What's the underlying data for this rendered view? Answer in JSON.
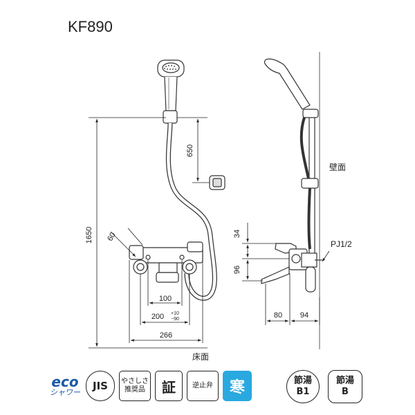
{
  "title": "KF890",
  "dimensions": {
    "overall_height": "1650",
    "hook_height": "650",
    "angle": "60",
    "spout_upper": "34",
    "spout_lower": "96",
    "pitch": "100",
    "center_distance": "200",
    "center_tol_plus": "+10",
    "center_tol_minus": "−90",
    "overall_width": "266",
    "depth_spout": "80",
    "depth_body": "94"
  },
  "labels": {
    "wall": "壁面",
    "floor": "床面",
    "pipe": "PJ1/2"
  },
  "badges": {
    "eco_line1": "eco",
    "eco_line2": "シャワー",
    "jis": "JIS",
    "yasashisa_line1": "やさしさ",
    "yasashisa_line2": "推奨品",
    "certificate": "証",
    "check_valve": "逆止弁",
    "cold": "寒",
    "setsuyu_b1_line1": "節湯",
    "setsuyu_b1_line2": "B1",
    "setsuyu_b_line1": "節湯",
    "setsuyu_b_line2": "B"
  }
}
